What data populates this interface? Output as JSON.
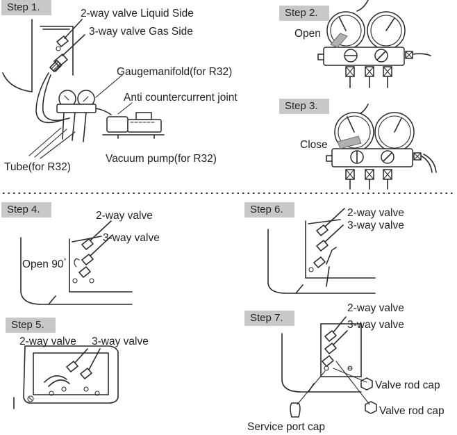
{
  "steps": {
    "s1": "Step 1.",
    "s2": "Step 2.",
    "s3": "Step 3.",
    "s4": "Step 4.",
    "s5": "Step 5.",
    "s6": "Step 6.",
    "s7": "Step 7."
  },
  "labels": {
    "two_way_liquid": "2-way valve Liquid Side",
    "three_way_gas": "3-way valve Gas Side",
    "gaugemanifold": "Gaugemanifold(for R32)",
    "anti_joint": "Anti countercurrent joint",
    "tube": "Tube(for R32)",
    "vacuum_pump": "Vacuum pump(for R32)",
    "open": "Open",
    "close": "Close",
    "two_way_valve": "2-way valve",
    "three_way_valve": "3-way valve",
    "open_90": "Open 90",
    "degree": "°",
    "valve_rod_cap": "Valve rod cap",
    "service_port_cap": "Service port cap"
  }
}
